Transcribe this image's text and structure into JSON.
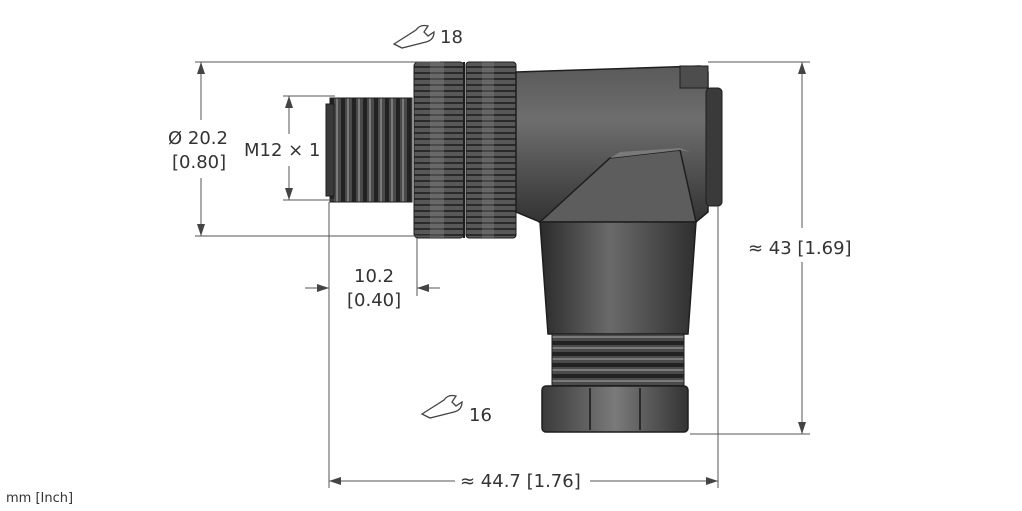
{
  "wrench_top": {
    "size": "18"
  },
  "wrench_bottom": {
    "size": "16"
  },
  "dim_diameter": {
    "value": "Ø 20.2",
    "inch": "[0.80]"
  },
  "dim_thread": {
    "value": "M12 × 1"
  },
  "dim_length": {
    "value": "10.2",
    "inch": "[0.40]"
  },
  "dim_height": {
    "value": "≈ 43 [1.69]"
  },
  "dim_width": {
    "value": "≈ 44.7 [1.76]"
  },
  "units": {
    "label": "mm [Inch]"
  },
  "colors": {
    "body": "#444444",
    "dark": "#1e1e1e",
    "highlight": "#8a8a8a",
    "line": "#555555"
  }
}
